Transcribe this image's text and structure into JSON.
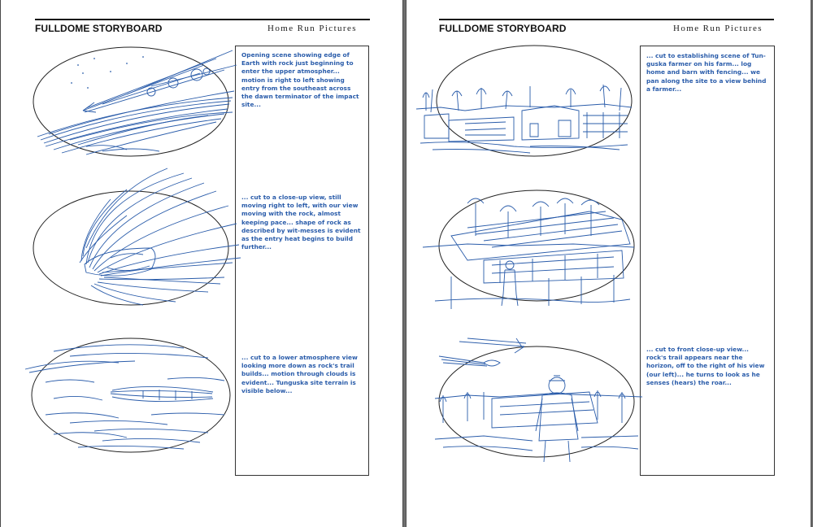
{
  "header": {
    "title": "FULLDOME STORYBOARD",
    "company": "Home Run Pictures"
  },
  "pages": [
    {
      "panels": [
        {
          "caption": "Opening scene showing edge of Earth with rock just beginning to enter the upper atmospher... motion is right to left showing entry from the southeast across the dawn terminator of the impact site..."
        },
        {
          "caption": "... cut to a close-up view, still moving right  to left, with our view moving with the rock, almost keeping pace... shape of rock as described by wit-messes is evident as the entry heat begins to build further..."
        },
        {
          "caption": "... cut to a lower atmosphere view looking more down as rock's trail builds... motion through clouds is evident... Tunguska site terrain is visible below..."
        }
      ]
    },
    {
      "panels": [
        {
          "caption": "... cut to establishing scene of Tun-guska farmer on his farm... log home and barn with fencing... we pan along the site to a view behind a farmer..."
        },
        {
          "caption": ""
        },
        {
          "caption": "... cut to front close-up view... rock's trail appears near the horizon, off to the right of his view (our left)... he turns to look as he senses (hears) the roar..."
        }
      ]
    }
  ],
  "colors": {
    "sketch_blue": "#2a5caa",
    "ink": "#111111",
    "page": "#ffffff",
    "background": "#6f6f6f"
  }
}
